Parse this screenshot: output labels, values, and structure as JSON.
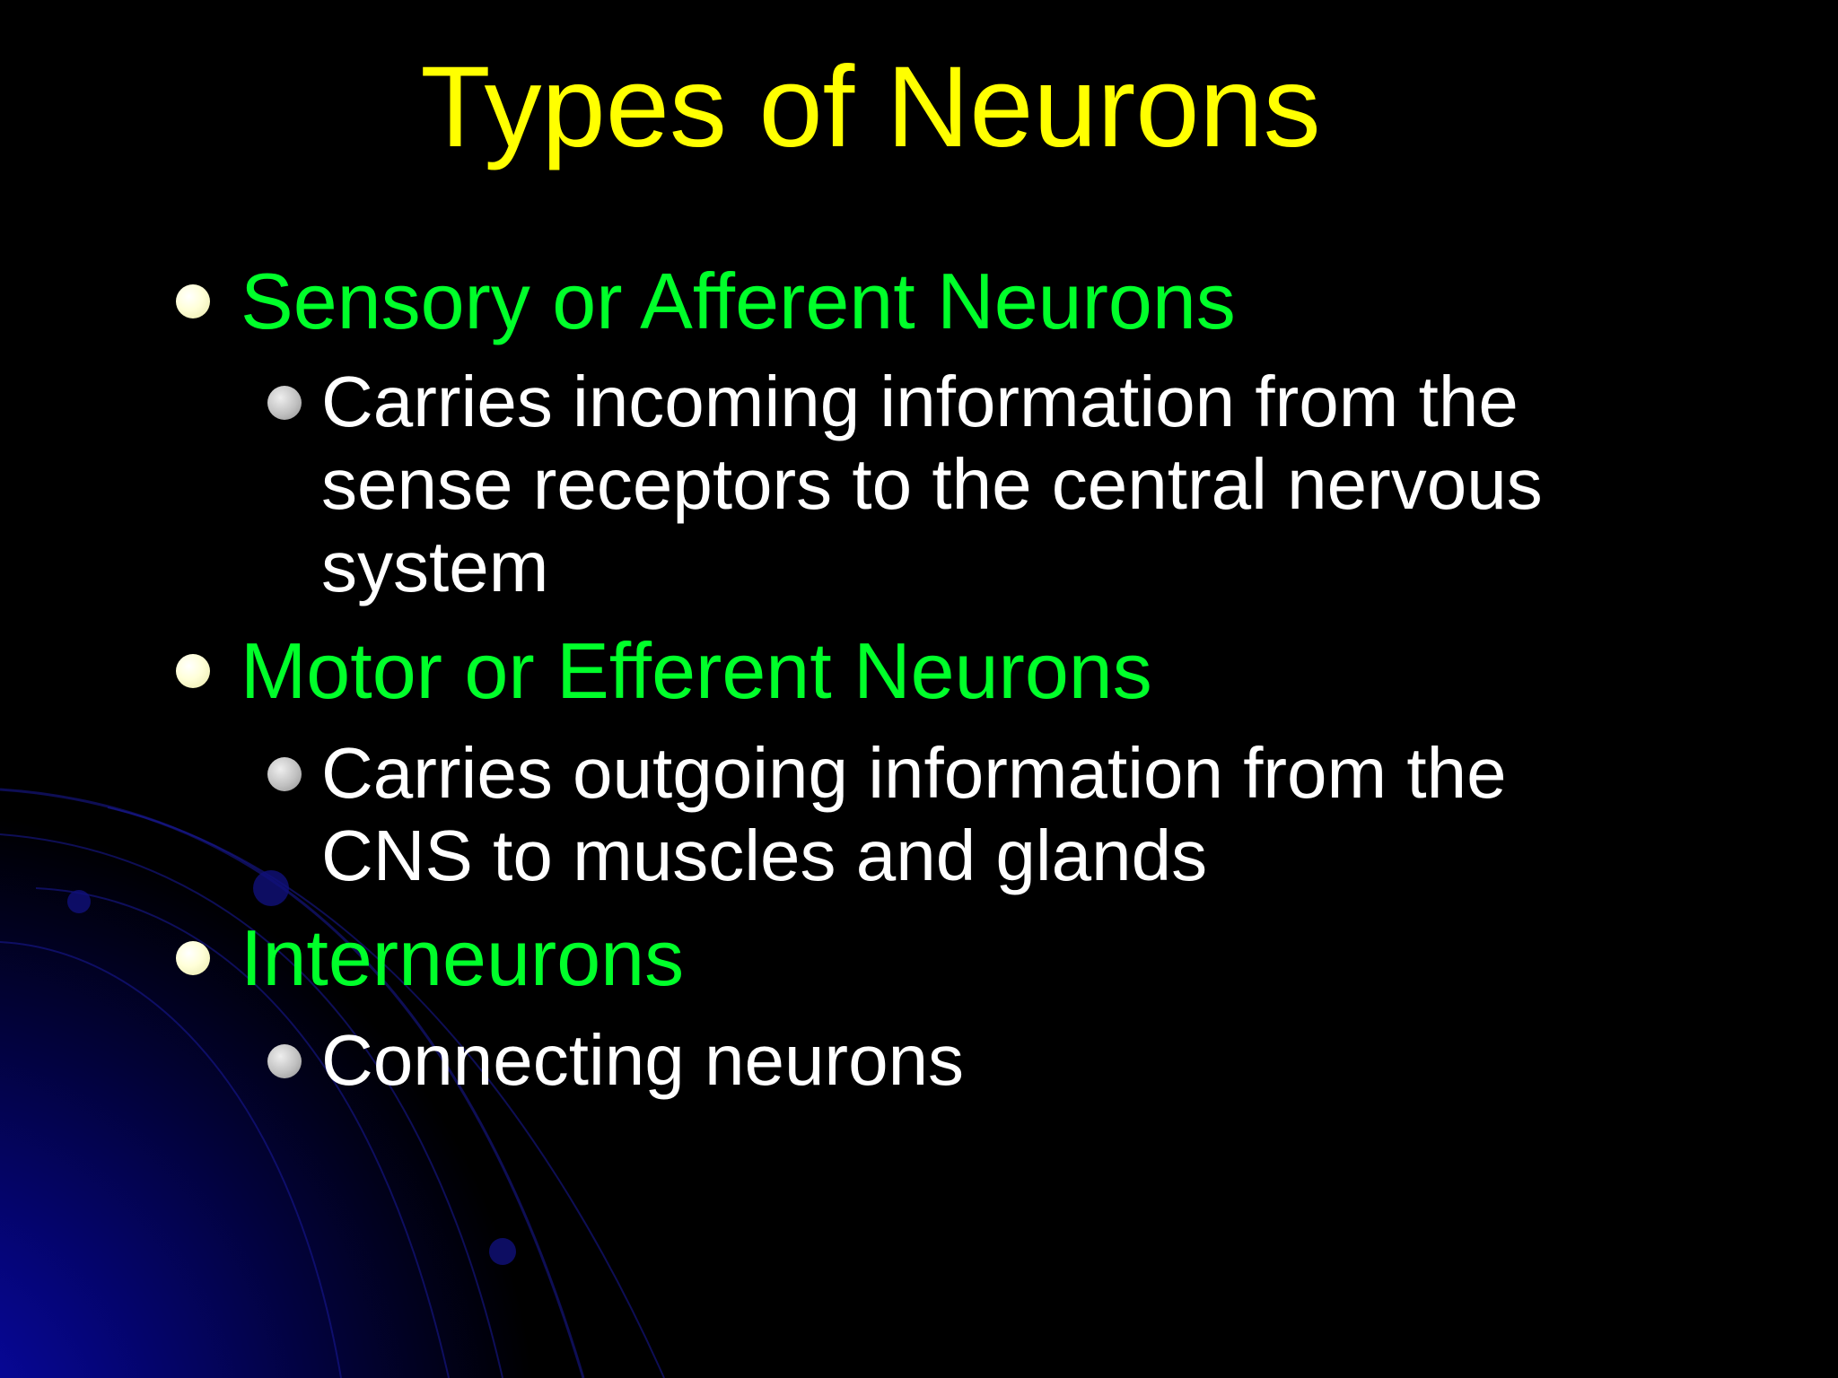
{
  "slide": {
    "title": "Types of Neurons",
    "colors": {
      "background": "#000000",
      "title": "#ffff00",
      "level1_text": "#00ff2a",
      "level2_text": "#ffffff",
      "accent_glow": "#0a0ab8"
    },
    "bullets": [
      {
        "heading": "Sensory or Afferent Neurons",
        "sub_lines": [
          "Carries incoming information from the",
          "sense receptors to the central nervous",
          "system"
        ]
      },
      {
        "heading": "Motor or Efferent Neurons",
        "sub_lines": [
          "Carries outgoing information from the",
          "CNS to muscles and glands"
        ]
      },
      {
        "heading": "Interneurons",
        "sub_lines": [
          "Connecting neurons"
        ]
      }
    ]
  }
}
